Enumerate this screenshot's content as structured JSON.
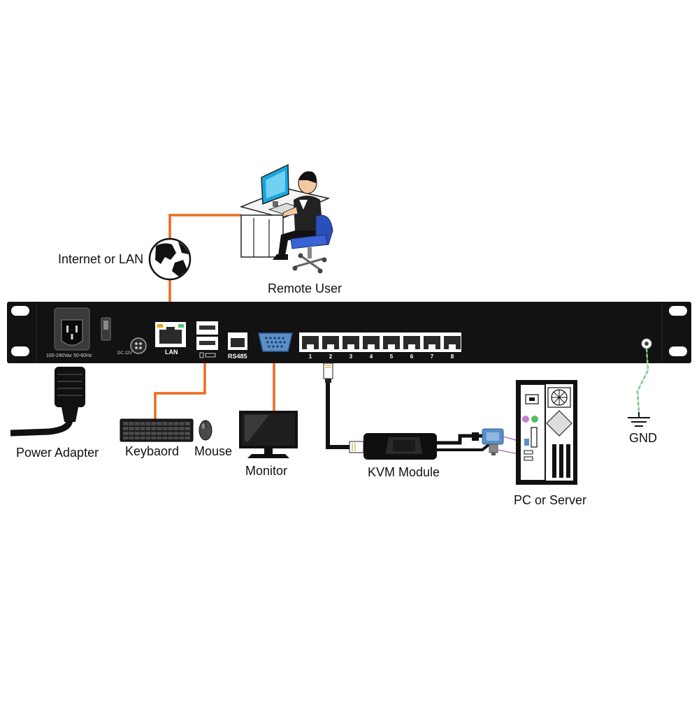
{
  "labels": {
    "internet": "Internet or LAN",
    "remote_user": "Remote User",
    "power_adapter": "Power Adapter",
    "keyboard": "Keybaord",
    "mouse": "Mouse",
    "monitor": "Monitor",
    "kvm_module": "KVM Module",
    "pc_server": "PC or Server",
    "gnd": "GND"
  },
  "panel": {
    "power_rating": "100-240Vac 50-60Hz",
    "dc": "DC 12V",
    "lan": "LAN",
    "rs485": "RS485",
    "ports": [
      "1",
      "2",
      "3",
      "4",
      "5",
      "6",
      "7",
      "8"
    ]
  },
  "colors": {
    "panel": "#121212",
    "cable_orange": "#ef6a1f",
    "ground_green": "#5cbf7a",
    "vga_blue": "#5a8fc8",
    "screen_blue": "#1aa6de",
    "chair_blue": "#2b4fb8"
  }
}
